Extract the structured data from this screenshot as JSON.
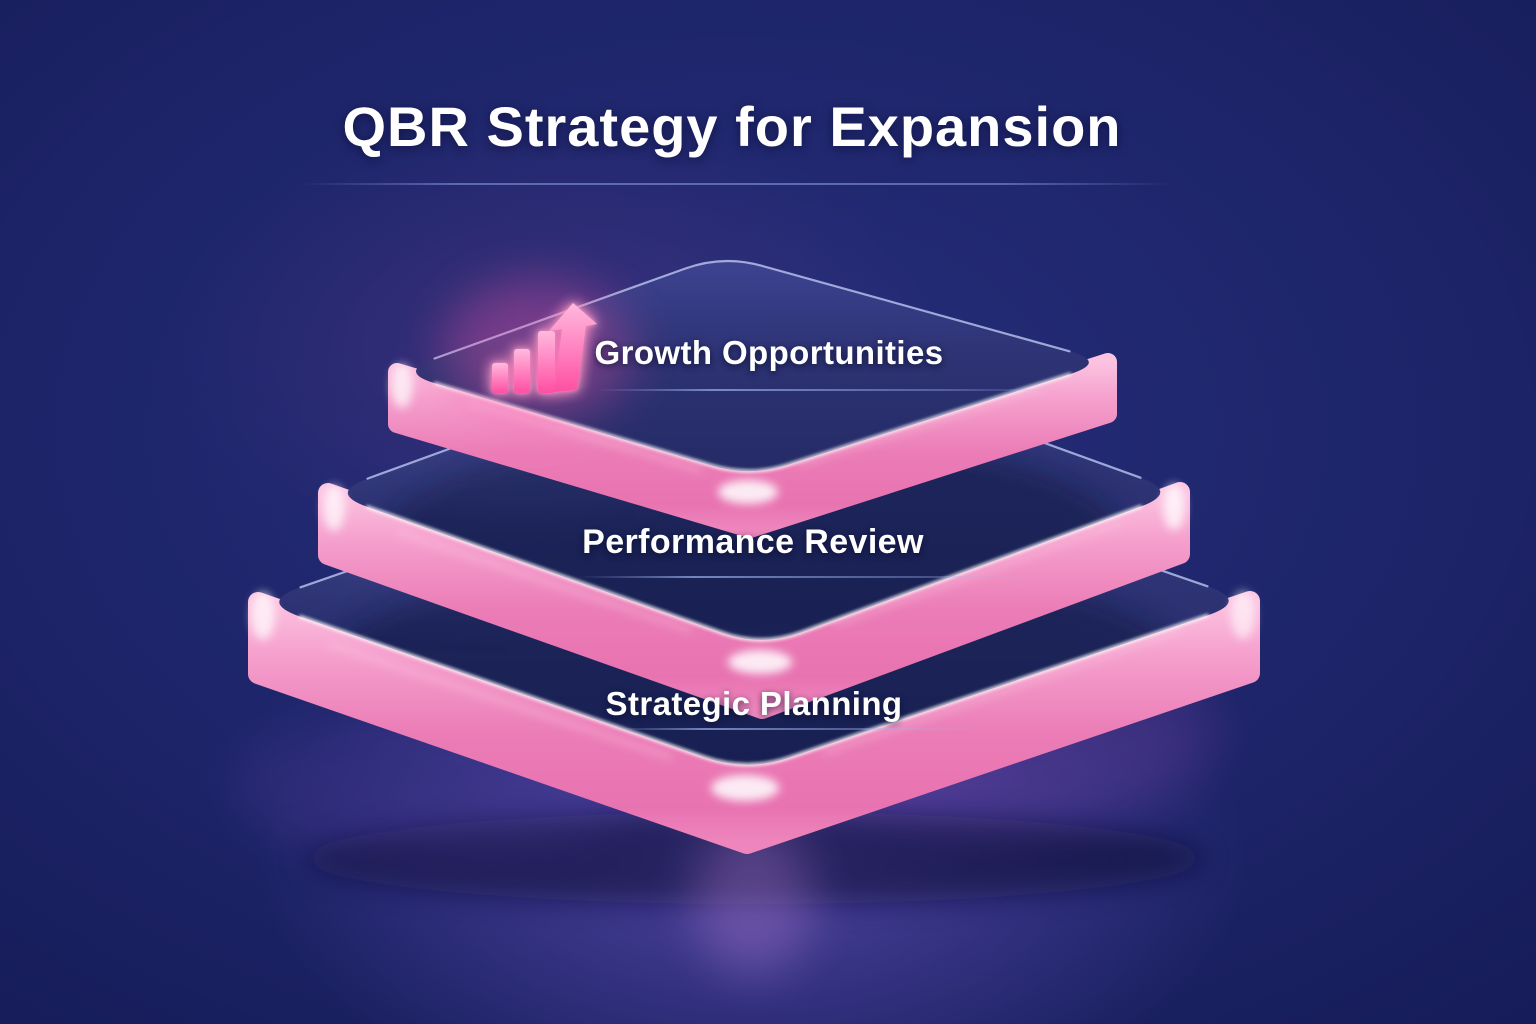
{
  "title": {
    "text": "QBR Strategy for Expansion"
  },
  "pyramid": {
    "layers": [
      {
        "rank": 1,
        "label": "Growth Opportunities",
        "icon": "growth-trend-icon"
      },
      {
        "rank": 2,
        "label": "Performance Review"
      },
      {
        "rank": 3,
        "label": "Strategic Planning"
      }
    ]
  },
  "colors": {
    "background_navy": "#1d2468",
    "background_deep": "#11174e",
    "platform_side_pink": "#ee82bb",
    "platform_top_navy": "#2d3374",
    "glow_pink": "#ff5fae",
    "glow_purple": "#7c5fd2",
    "text": "#ffffff",
    "underline_blue": "#8fa3e0"
  }
}
